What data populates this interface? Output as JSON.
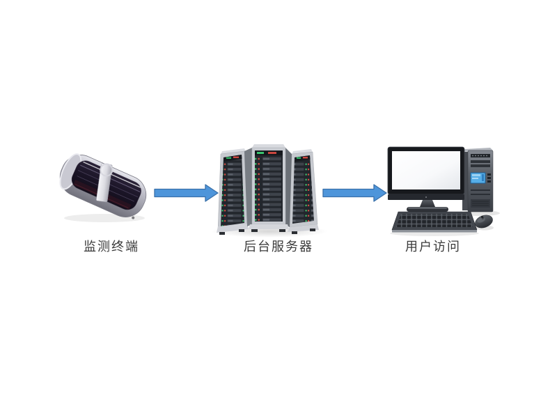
{
  "diagram": {
    "title": "",
    "background_color": "#ffffff",
    "label_color": "#3a3a3a",
    "arrow": {
      "fill": "#4e95da",
      "stroke": "#3a70a9"
    },
    "nodes": [
      {
        "id": "terminal",
        "label": "监测终端",
        "icon": "monitoring-terminal-icon"
      },
      {
        "id": "server",
        "label": "后台服务器",
        "icon": "server-rack-icon"
      },
      {
        "id": "user",
        "label": "用户访问",
        "icon": "desktop-computer-icon"
      }
    ],
    "connectors": [
      {
        "from": "terminal",
        "to": "server",
        "type": "arrow-right"
      },
      {
        "from": "server",
        "to": "user",
        "type": "arrow-right"
      }
    ]
  }
}
